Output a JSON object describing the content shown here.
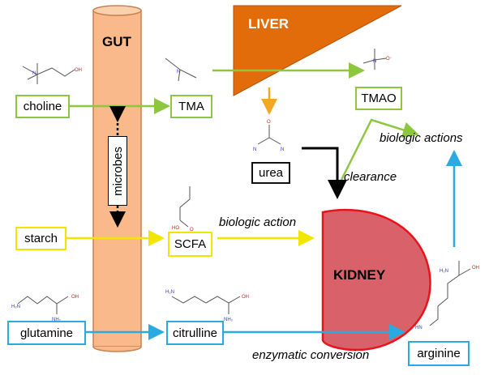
{
  "organs": {
    "gut": "GUT",
    "liver": "LIVER",
    "kidney": "KIDNEY"
  },
  "boxes": {
    "choline": "choline",
    "tma": "TMA",
    "tmao": "TMAO",
    "urea": "urea",
    "starch": "starch",
    "scfa": "SCFA",
    "glutamine": "glutamine",
    "citrulline": "citrulline",
    "arginine": "arginine",
    "microbes": "microbes"
  },
  "annotations": {
    "clearance": "clearance",
    "biologic_actions": "biologic actions",
    "biologic_action": "biologic action",
    "enzymatic_conversion": "enzymatic conversion"
  },
  "colors": {
    "gut": "#f9b98a",
    "gut_border": "#c8804e",
    "liver": "#e36c0a",
    "kidney": "#d9626a",
    "kidney_border": "#e8131b",
    "green": "#8dc63f",
    "yellow": "#f2e600",
    "cyan": "#29abe2",
    "orange_arrow": "#f5a623"
  }
}
